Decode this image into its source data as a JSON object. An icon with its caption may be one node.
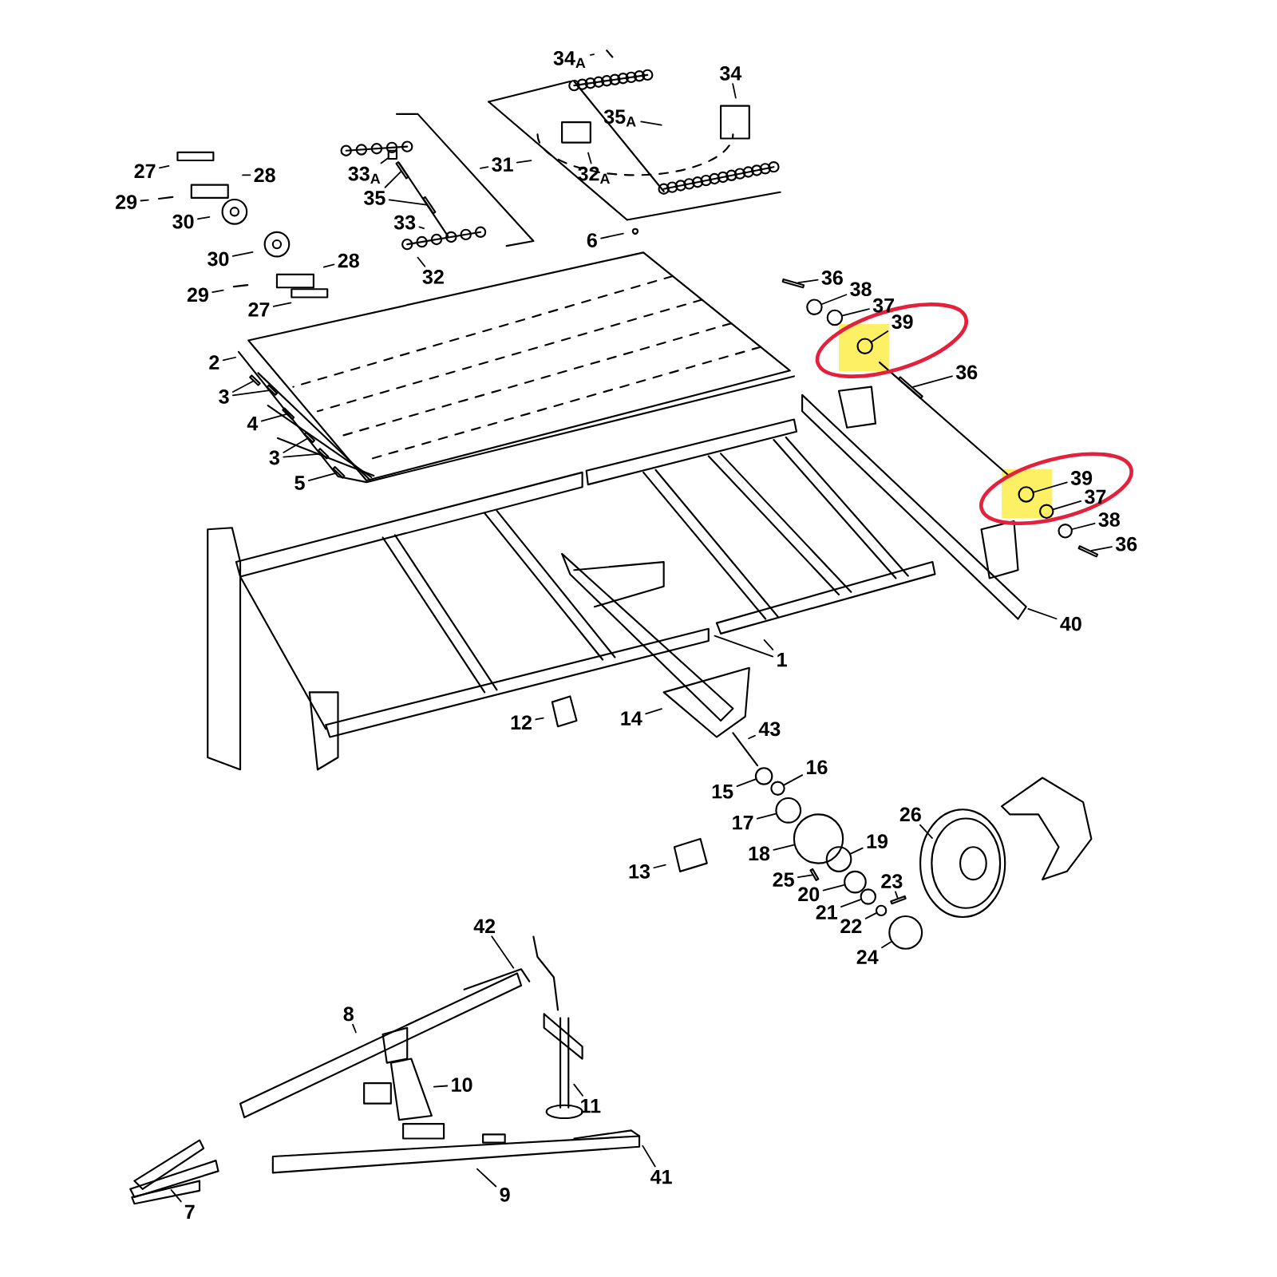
{
  "diagram": {
    "nodes": [
      {
        "text": [
          "34$_{A}$"
        ]
      },
      {
        "text": [
          "34"
        ]
      },
      {
        "text": [
          "35$_{A}$"
        ]
      },
      {
        "text": [
          "27"
        ]
      },
      {
        "text": [
          "31"
        ]
      },
      {
        "text": [
          "33$_{A}$"
        ]
      },
      {
        "text": [
          "28"
        ]
      },
      {
        "text": [
          "32$_{A}$"
        ]
      },
      {
        "text": [
          "35"
        ]
      },
      {
        "text": [
          "29"
        ]
      },
      {
        "text": [
          "30"
        ]
      },
      {
        "text": [
          "33"
        ]
      },
      {
        "text": [
          "6"
        ]
      },
      {
        "text": [
          "30"
        ]
      },
      {
        "text": [
          "28"
        ]
      },
      {
        "text": [
          "32"
        ]
      },
      {
        "text": [
          "36"
        ]
      },
      {
        "text": [
          "38"
        ]
      },
      {
        "text": [
          "29"
        ]
      },
      {
        "text": [
          "37"
        ]
      },
      {
        "text": [
          "27"
        ]
      },
      {
        "text": [
          "39"
        ]
      },
      {
        "text": [
          "2"
        ]
      },
      {
        "text": [
          "36"
        ]
      },
      {
        "text": [
          "3"
        ]
      },
      {
        "text": [
          "4"
        ]
      },
      {
        "text": [
          "3"
        ]
      },
      {
        "text": [
          "5"
        ]
      },
      {
        "text": [
          "39"
        ]
      },
      {
        "text": [
          "37"
        ]
      },
      {
        "text": [
          "38"
        ]
      },
      {
        "text": [
          "36"
        ]
      },
      {
        "text": [
          "40"
        ]
      },
      {
        "text": [
          "1"
        ]
      },
      {
        "text": [
          "12"
        ]
      },
      {
        "text": [
          "14"
        ]
      },
      {
        "text": [
          "43"
        ]
      },
      {
        "text": [
          "16"
        ]
      },
      {
        "text": [
          "15"
        ]
      },
      {
        "text": [
          "26"
        ]
      },
      {
        "text": [
          "17"
        ]
      },
      {
        "text": [
          "19"
        ]
      },
      {
        "text": [
          "18"
        ]
      },
      {
        "text": [
          "13"
        ]
      },
      {
        "text": [
          "25"
        ]
      },
      {
        "text": [
          "23"
        ]
      },
      {
        "text": [
          "20"
        ]
      },
      {
        "text": [
          "21"
        ]
      },
      {
        "text": [
          "22"
        ]
      },
      {
        "text": [
          "24"
        ]
      },
      {
        "text": [
          "42"
        ]
      },
      {
        "text": [
          "8"
        ]
      },
      {
        "text": [
          "10"
        ]
      },
      {
        "text": [
          "11"
        ]
      },
      {
        "text": [
          "41"
        ]
      },
      {
        "text": [
          "9"
        ]
      },
      {
        "text": [
          "7"
        ]
      },
      {
        "text": [],
        "shape": "box"
      },
      {
        "text": [],
        "shape": "bar"
      },
      {
        "text": [],
        "shape": "bar"
      },
      {
        "text": [],
        "shape": "bar"
      },
      {
        "text": [],
        "shape": "circle"
      },
      {
        "text": [],
        "shape": "circle"
      },
      {
        "text": [],
        "shape": "circle"
      },
      {
        "text": [],
        "shape": "bar"
      },
      {
        "text": [],
        "shape": "bar"
      },
      {
        "text": [],
        "shape": "bar"
      },
      {
        "text": [],
        "shape": "bar"
      },
      {
        "text": [],
        "shape": "bar"
      },
      {
        "text": [],
        "shape": "bar"
      },
      {
        "text": [],
        "shape": "bar"
      },
      {
        "text": [],
        "shape": "circle"
      },
      {
        "text": [],
        "shape": "circle"
      },
      {
        "text": [],
        "shape": "circle"
      },
      {
        "text": [],
        "shape": "bar"
      },
      {
        "text": [],
        "shape": "circle"
      },
      {
        "text": [],
        "shape": "circle"
      },
      {
        "text": [],
        "shape": "circle"
      },
      {
        "text": [],
        "shape": "circle"
      },
      {
        "text": [],
        "shape": "circle"
      },
      {
        "text": [],
        "shape": "bar"
      },
      {
        "text": [],
        "shape": "bar"
      },
      {
        "text": [],
        "shape": "circle"
      },
      {
        "text": [],
        "shape": "circle"
      },
      {
        "text": [],
        "shape": "circle"
      },
      {
        "text": [],
        "shape": "circle"
      }
    ],
    "edges": [
      {
        "from": 0,
        "to": null,
        "arrow": "none"
      },
      {
        "from": 1,
        "to": null,
        "arrow": "none"
      },
      {
        "from": 2,
        "to": null,
        "arrow": "none"
      },
      {
        "from": 3,
        "to": null,
        "arrow": "none"
      },
      {
        "from": 4,
        "to": null,
        "arrow": "none"
      },
      {
        "from": 4,
        "to": null,
        "arrow": "none"
      },
      {
        "from": 5,
        "to": 57,
        "arrow": "none"
      },
      {
        "from": 6,
        "to": null,
        "arrow": "none"
      },
      {
        "from": 7,
        "to": null,
        "arrow": "none"
      },
      {
        "from": 8,
        "to": 58,
        "arrow": "none"
      },
      {
        "from": 8,
        "to": 59,
        "arrow": "none"
      },
      {
        "from": 9,
        "to": null,
        "arrow": "none"
      },
      {
        "from": 10,
        "to": null,
        "arrow": "none"
      },
      {
        "from": 11,
        "to": null,
        "arrow": "none"
      },
      {
        "from": 12,
        "to": null,
        "arrow": "none"
      },
      {
        "from": 13,
        "to": null,
        "arrow": "none"
      },
      {
        "from": 14,
        "to": null,
        "arrow": "none"
      },
      {
        "from": 15,
        "to": null,
        "arrow": "none"
      },
      {
        "from": 16,
        "to": 60,
        "arrow": "none"
      },
      {
        "from": 17,
        "to": 61,
        "arrow": "none"
      },
      {
        "from": 18,
        "to": null,
        "arrow": "none"
      },
      {
        "from": 19,
        "to": 62,
        "arrow": "none"
      },
      {
        "from": 20,
        "to": null,
        "arrow": "none"
      },
      {
        "from": 21,
        "to": 63,
        "arrow": "none"
      },
      {
        "from": 22,
        "to": null,
        "arrow": "none"
      },
      {
        "from": 23,
        "to": 64,
        "arrow": "none"
      },
      {
        "from": 24,
        "to": 65,
        "arrow": "none"
      },
      {
        "from": 24,
        "to": 66,
        "arrow": "none"
      },
      {
        "from": 25,
        "to": 67,
        "arrow": "none"
      },
      {
        "from": 26,
        "to": 68,
        "arrow": "none"
      },
      {
        "from": 26,
        "to": 69,
        "arrow": "none"
      },
      {
        "from": 27,
        "to": 70,
        "arrow": "none"
      },
      {
        "from": 28,
        "to": 71,
        "arrow": "none"
      },
      {
        "from": 29,
        "to": 72,
        "arrow": "none"
      },
      {
        "from": 30,
        "to": 73,
        "arrow": "none"
      },
      {
        "from": 31,
        "to": 74,
        "arrow": "none"
      },
      {
        "from": 32,
        "to": null,
        "arrow": "none"
      },
      {
        "from": 33,
        "to": null,
        "arrow": "none"
      },
      {
        "from": 33,
        "to": null,
        "arrow": "none"
      },
      {
        "from": 34,
        "to": null,
        "arrow": "none"
      },
      {
        "from": 35,
        "to": null,
        "arrow": "none"
      },
      {
        "from": 36,
        "to": null,
        "arrow": "none"
      },
      {
        "from": 37,
        "to": 75,
        "arrow": "none"
      },
      {
        "from": 38,
        "to": 76,
        "arrow": "none"
      },
      {
        "from": 39,
        "to": null,
        "arrow": "none"
      },
      {
        "from": 40,
        "to": 77,
        "arrow": "none"
      },
      {
        "from": 41,
        "to": 78,
        "arrow": "none"
      },
      {
        "from": 42,
        "to": 79,
        "arrow": "none"
      },
      {
        "from": 43,
        "to": null,
        "arrow": "none"
      },
      {
        "from": 44,
        "to": 80,
        "arrow": "none"
      },
      {
        "from": 45,
        "to": 81,
        "arrow": "none"
      },
      {
        "from": 46,
        "to": 82,
        "arrow": "none"
      },
      {
        "from": 47,
        "to": 83,
        "arrow": "none"
      },
      {
        "from": 48,
        "to": 84,
        "arrow": "none"
      },
      {
        "from": 49,
        "to": 85,
        "arrow": "none"
      },
      {
        "from": 50,
        "to": null,
        "arrow": "none"
      },
      {
        "from": 51,
        "to": null,
        "arrow": "none"
      },
      {
        "from": 52,
        "to": null,
        "arrow": "none"
      },
      {
        "from": 53,
        "to": null,
        "arrow": "none"
      },
      {
        "from": 54,
        "to": null,
        "arrow": "none"
      },
      {
        "from": 55,
        "to": null,
        "arrow": "none"
      },
      {
        "from": 56,
        "to": null,
        "arrow": "none"
      }
    ]
  }
}
